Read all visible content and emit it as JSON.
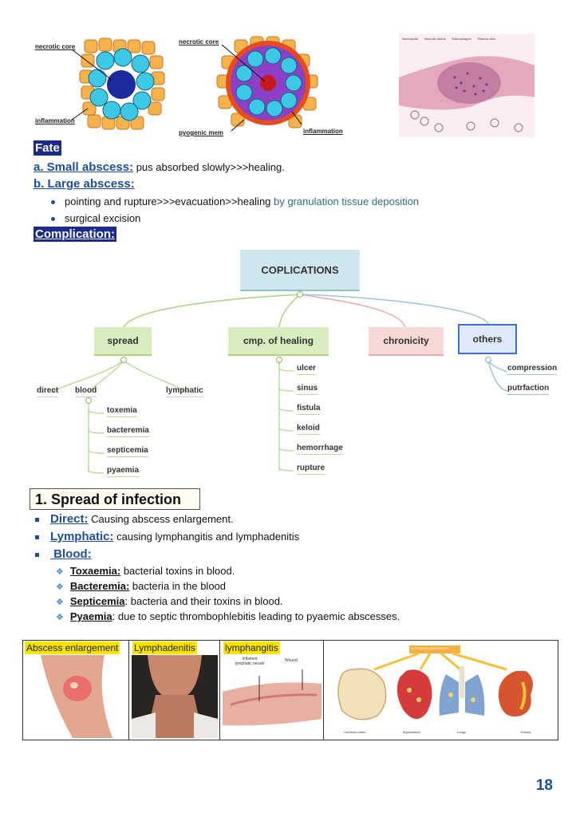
{
  "diagrams": {
    "d1": {
      "necrotic_core": "necrotic core",
      "inflammation": "inflammation"
    },
    "d2": {
      "necrotic_core": "necrotic core",
      "pyogenic": "pyogenic mem",
      "inflammation": "inflammation"
    },
    "histo_labels": [
      "Neutrophils",
      "Necrotic debris",
      "Macrophages",
      "Plasma cells"
    ]
  },
  "fate": {
    "heading": "Fate",
    "small_label": "a. Small abscess:",
    "small_text": " pus absorbed slowly>>>healing.",
    "large_label": "b. Large abscess:",
    "bullets": [
      {
        "text": "pointing and rupture>>>evacuation>>healing ",
        "highlight": "by granulation tissue deposition"
      },
      {
        "text": "surgical excision",
        "highlight": ""
      }
    ]
  },
  "complication": {
    "heading": "Complication:",
    "root": "COPLICATIONS",
    "nodes": [
      "spread",
      "cmp. of healing",
      "chronicity",
      "others"
    ],
    "spread_children": [
      "direct",
      "blood",
      "lymphatic"
    ],
    "blood_children": [
      "toxemia",
      "bacteremia",
      "septicemia",
      "pyaemia"
    ],
    "healing_children": [
      "ulcer",
      "sinus",
      "fistula",
      "keloid",
      "hemorrhage",
      "rupture"
    ],
    "others_children": [
      "compression",
      "putrfaction"
    ],
    "colors": {
      "spread": "#d8ecc0",
      "healing": "#d8ecc0",
      "chronicity": "#f6d8d6",
      "others": "#dde8f8"
    }
  },
  "spread": {
    "title": "1. Spread of infection",
    "items": [
      {
        "label": "Direct:",
        "text": " Causing abscess enlargement."
      },
      {
        "label": "Lymphatic:",
        "text": " causing lymphangitis and lymphadenitis"
      },
      {
        "label": " Blood:",
        "text": ""
      }
    ],
    "blood_items": [
      {
        "label": "Toxaemia:",
        "text": " bacterial toxins in blood."
      },
      {
        "label": "Bacteremia:",
        "text": " bacteria in the blood"
      },
      {
        "label": "Septicemia",
        "text": ": bacteria and their toxins in blood."
      },
      {
        "label": "Pyaemia",
        "text": ": due to septic thrombophlebitis leading to pyaemic abscesses."
      }
    ]
  },
  "photos": {
    "captions": [
      "Abscess enlargement",
      "Lymphadenitis",
      "lymphangitis"
    ],
    "lymph_labels": [
      "Inflamed lymphatic vessel",
      "Wound"
    ],
    "pyaemic_title": "A. PYAEMIC ABSCESSES",
    "organs": [
      "Cerebral cortex",
      "Myocardium",
      "Lungs",
      "Kidney"
    ]
  },
  "page_number": "18"
}
